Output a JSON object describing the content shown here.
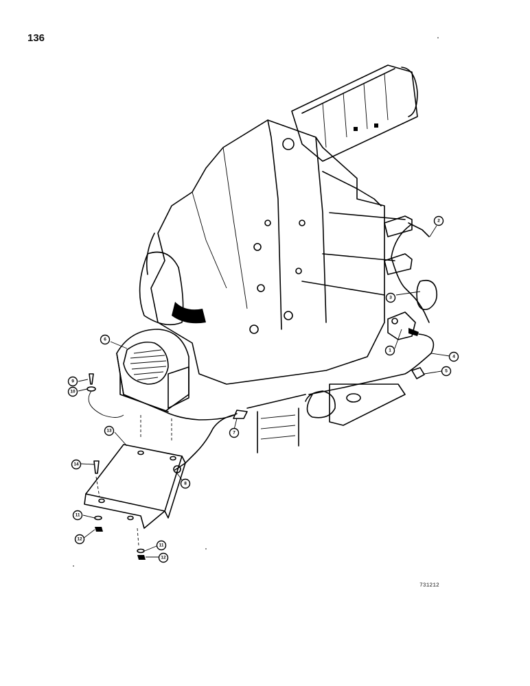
{
  "page": {
    "number": "136",
    "figure_code": "731212"
  },
  "callouts": [
    {
      "id": "c1",
      "label": "1"
    },
    {
      "id": "c2",
      "label": "2"
    },
    {
      "id": "c3",
      "label": "3"
    },
    {
      "id": "c4",
      "label": "4"
    },
    {
      "id": "c5",
      "label": "5"
    },
    {
      "id": "c6",
      "label": "6"
    },
    {
      "id": "c7",
      "label": "7"
    },
    {
      "id": "c8",
      "label": "8"
    },
    {
      "id": "c9",
      "label": "9"
    },
    {
      "id": "c10",
      "label": "10"
    },
    {
      "id": "c11a",
      "label": "11"
    },
    {
      "id": "c12a",
      "label": "12"
    },
    {
      "id": "c13",
      "label": "13"
    },
    {
      "id": "c14",
      "label": "14"
    },
    {
      "id": "c11b",
      "label": "11"
    },
    {
      "id": "c12b",
      "label": "12"
    }
  ]
}
